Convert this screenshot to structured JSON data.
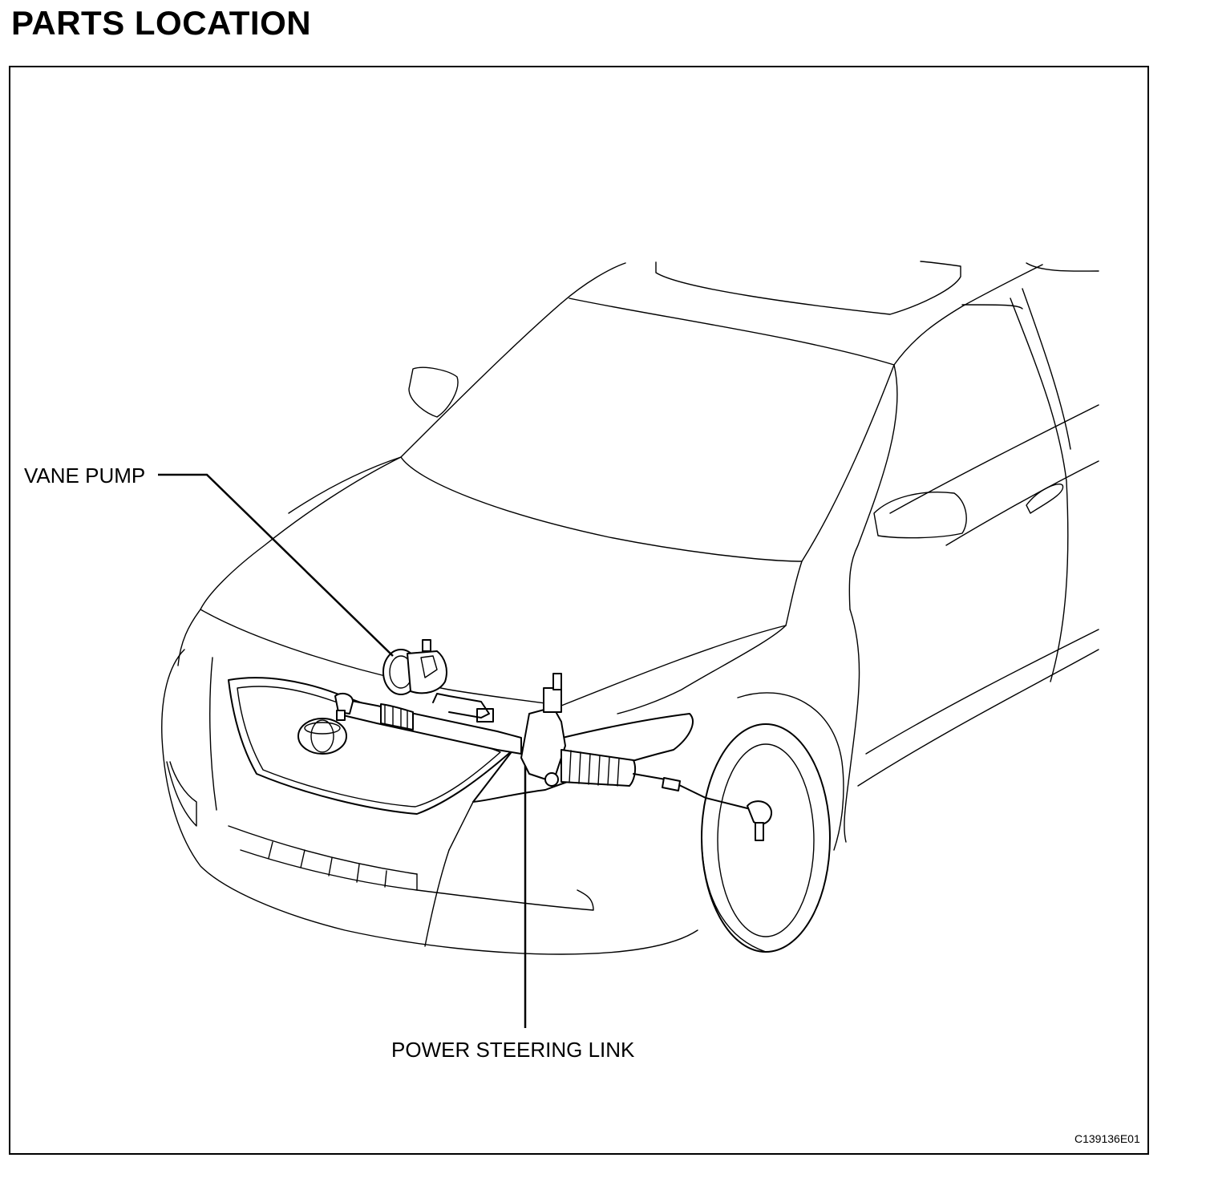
{
  "header": {
    "title": "PARTS LOCATION"
  },
  "callouts": {
    "vane_pump": "VANE PUMP",
    "power_steering_link": "POWER STEERING LINK"
  },
  "figure": {
    "id": "C139136E01"
  },
  "colors": {
    "ink": "#000000",
    "paper": "#ffffff"
  }
}
